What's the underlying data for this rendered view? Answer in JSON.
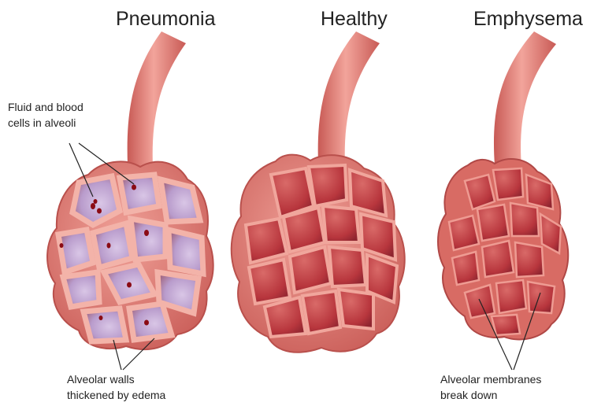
{
  "titles": {
    "pneumonia": "Pneumonia",
    "healthy": "Healthy",
    "emphysema": "Emphysema"
  },
  "annotations": {
    "fluid_line1": "Fluid and blood",
    "fluid_line2": "cells in alveoli",
    "walls_line1": "Alveolar walls",
    "walls_line2": "thickened by edema",
    "membranes_line1": "Alveolar membranes",
    "membranes_line2": "break down"
  },
  "colors": {
    "tissue": "#e07a72",
    "tissue_light": "#f2aaa2",
    "tissue_dark": "#b84a46",
    "cavity": "#c94e50",
    "cavity_deep": "#9e2f36",
    "fluid": "#c9b0d8",
    "blood_cell": "#8a0b14"
  }
}
